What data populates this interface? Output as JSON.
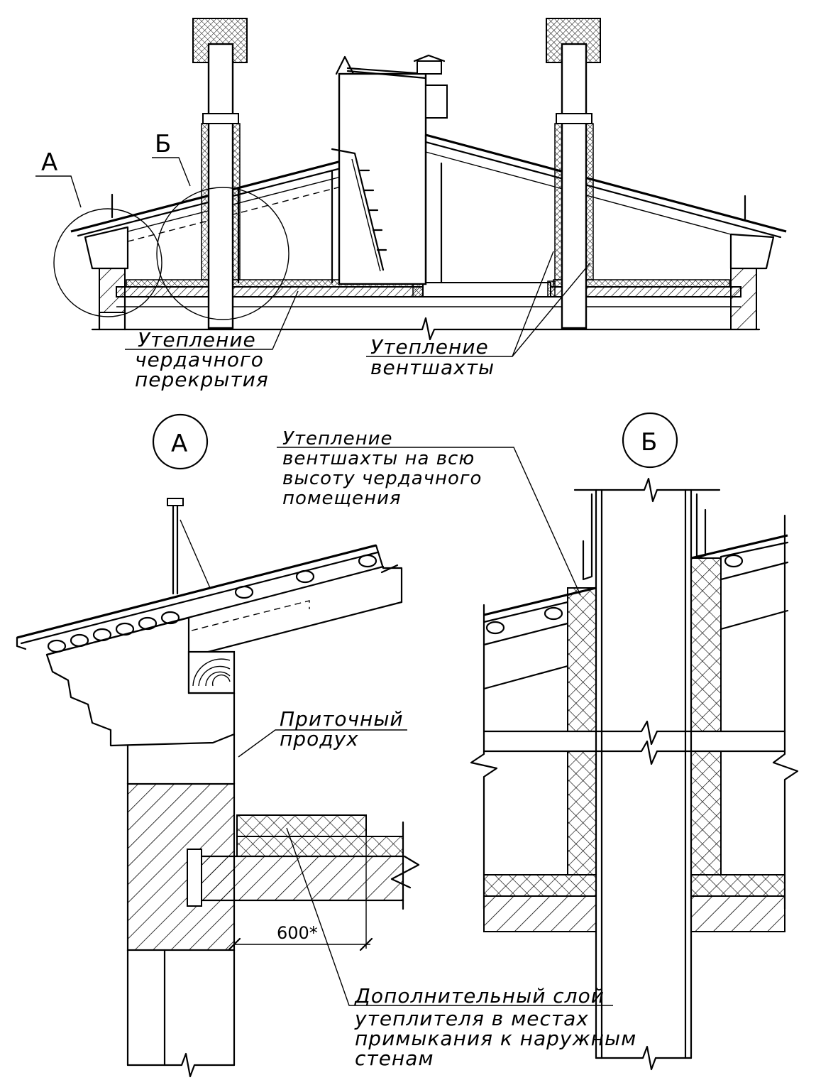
{
  "top_section": {
    "marker_a": "А",
    "marker_b": "Б",
    "label_floor_insulation": [
      "Утепление",
      "чердачного",
      "перекрытия"
    ],
    "label_shaft_insulation": [
      "Утепление",
      "вентшахты"
    ]
  },
  "detail_a": {
    "title": "А",
    "label_supply_vent": [
      "Приточный",
      "продух"
    ],
    "dimension": "600*",
    "label_extra_layer": [
      "Дополнительный слой",
      "утеплителя в местах",
      "примыкания к наружным",
      "стенам"
    ]
  },
  "detail_b": {
    "title": "Б",
    "label_shaft_full_height": [
      "Утепление",
      "вентшахты на всю",
      "высоту чердачного",
      "помещения"
    ]
  }
}
